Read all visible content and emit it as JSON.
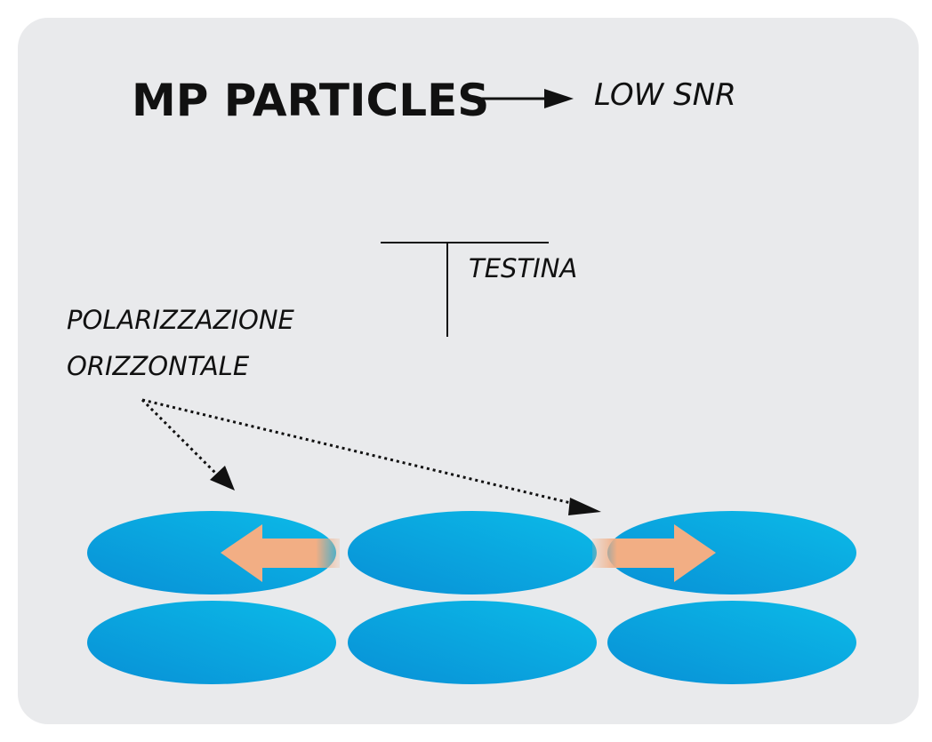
{
  "title": "MP PARTICLES",
  "result": "LOW SNR",
  "head_label": "TESTINA",
  "polarization_label": [
    "POLARIZZAZIONE",
    "ORIZZONTALE"
  ],
  "colors": {
    "panel": "#e9eaec",
    "particle_dark": "#0895d8",
    "particle_light": "#0cb6e6",
    "magnetization_arrow": "#f2ae84",
    "ink": "#111111"
  },
  "particles": {
    "rows": 2,
    "columns": 3
  },
  "magnetization_arrows": [
    {
      "particle_row": 1,
      "particle_column": 1,
      "direction": "left"
    },
    {
      "particle_row": 1,
      "particle_column": 3,
      "direction": "right"
    }
  ]
}
